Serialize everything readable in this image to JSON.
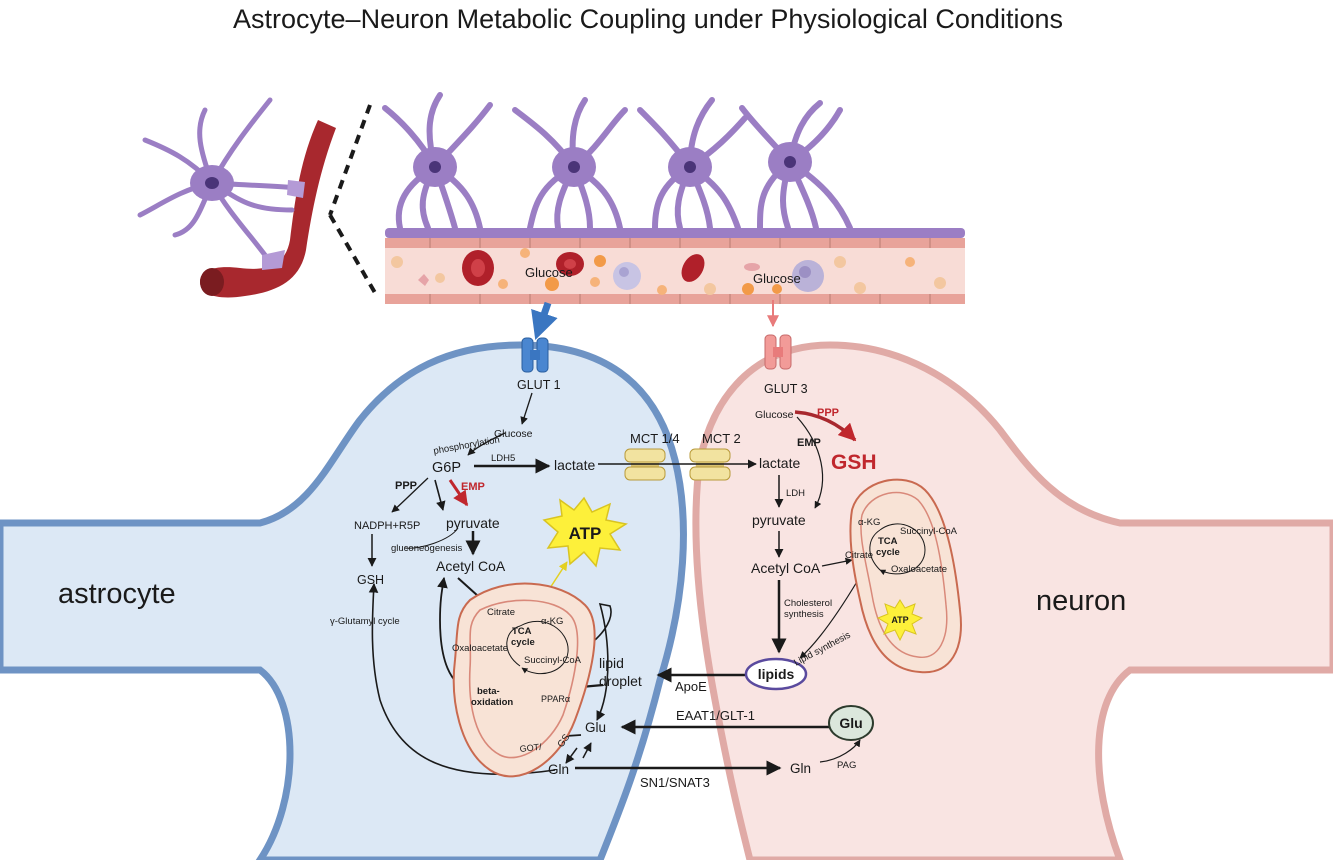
{
  "title": "Astrocyte–Neuron Metabolic Coupling under Physiological Conditions",
  "colors": {
    "astrocyte_fill": "#dce8f5",
    "astrocyte_border": "#6e93c4",
    "neuron_fill": "#f9e4e2",
    "neuron_border": "#e0aaa6",
    "astro_cell": "#9b7ec4",
    "vessel": "#a8282e",
    "ppp_red": "#c0272d",
    "atp_yellow": "#fdf03a",
    "glut1_blue": "#3a76c1",
    "glut3_red": "#e87b7b"
  },
  "cells": {
    "astrocyte": "astrocyte",
    "neuron": "neuron"
  },
  "vessel_labels": {
    "glucose_left": "Glucose",
    "glucose_right": "Glucose"
  },
  "transporters": {
    "glut1": "GLUT 1",
    "glut3": "GLUT 3",
    "mct14": "MCT 1/4",
    "mct2": "MCT 2",
    "apoe": "ApoE",
    "eaat": "EAAT1/GLT-1",
    "snat": "SN1/SNAT3"
  },
  "astro": {
    "glucose": "Glucose",
    "phosphorylation": "phosphorylation",
    "g6p": "G6P",
    "ldh5": "LDH5",
    "lactate": "lactate",
    "ppp": "PPP",
    "emp": "EMP",
    "nadph": "NADPH+R5P",
    "pyruvate": "pyruvate",
    "gluconeogenesis": "gluconeogenesis",
    "gsh": "GSH",
    "acetyl_coa": "Acetyl CoA",
    "atp": "ATP",
    "gamma_glutamyl": "γ-Glutamyl cycle",
    "tca": {
      "citrate": "Citrate",
      "akg": "α-KG",
      "tca1": "TCA",
      "tca2": "cycle",
      "oxaloacetate": "Oxaloacetate",
      "succinyl": "Succinyl-CoA"
    },
    "lipid1": "lipid",
    "lipid2": "droplet",
    "beta1": "beta-",
    "beta2": "oxidation",
    "ppara": "PPARα",
    "glu": "Glu",
    "got": "GOT/",
    "gs": "GS",
    "gln": "Gln"
  },
  "neuron_labels": {
    "glucose": "Glucose",
    "ppp": "PPP",
    "emp": "EMP",
    "gsh": "GSH",
    "lactate": "lactate",
    "ldh": "LDH",
    "pyruvate": "pyruvate",
    "acetyl_coa": "Acetyl CoA",
    "cholesterol1": "Cholesterol",
    "cholesterol2": "synthesis",
    "lipids": "lipids",
    "lipid_synthesis": "Lipid synthesis",
    "tca": {
      "akg": "α-KG",
      "succinyl": "Succinyl-CoA",
      "citrate": "Citrate",
      "tca1": "TCA",
      "tca2": "cycle",
      "oxaloacetate": "Oxaloacetate"
    },
    "atp": "ATP",
    "glu": "Glu",
    "gln": "Gln",
    "pag": "PAG"
  }
}
